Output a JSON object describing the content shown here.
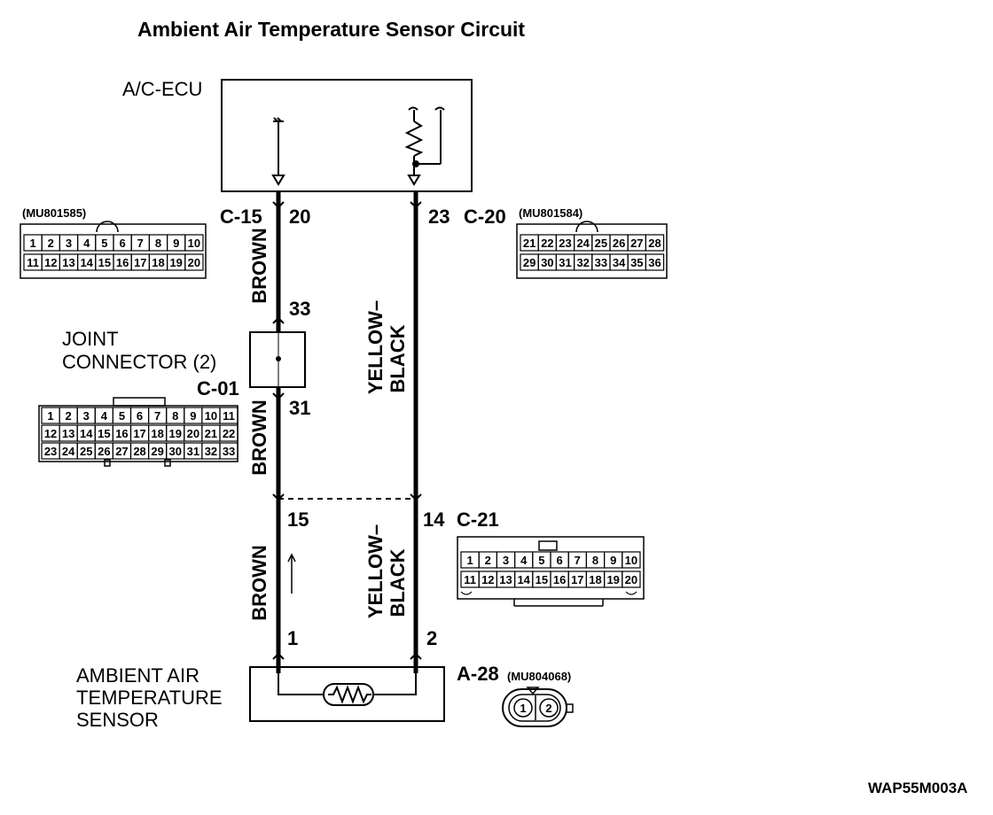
{
  "title": "Ambient Air Temperature Sensor Circuit",
  "ecu_label": "A/C-ECU",
  "connectors": {
    "c15": {
      "name": "C-15",
      "part": "(MU801585)",
      "pin": "20",
      "rows": [
        [
          "1",
          "2",
          "3",
          "4",
          "5",
          "6",
          "7",
          "8",
          "9",
          "10"
        ],
        [
          "11",
          "12",
          "13",
          "14",
          "15",
          "16",
          "17",
          "18",
          "19",
          "20"
        ]
      ]
    },
    "c20": {
      "name": "C-20",
      "part": "(MU801584)",
      "pin": "23",
      "rows": [
        [
          "21",
          "22",
          "23",
          "24",
          "25",
          "26",
          "27",
          "28"
        ],
        [
          "29",
          "30",
          "31",
          "32",
          "33",
          "34",
          "35",
          "36"
        ]
      ]
    },
    "c01": {
      "name": "C-01",
      "label_line1": "JOINT",
      "label_line2": "CONNECTOR (2)",
      "pin_top": "33",
      "pin_bottom": "31",
      "rows": [
        [
          "1",
          "2",
          "3",
          "4",
          "5",
          "6",
          "7",
          "8",
          "9",
          "10",
          "11"
        ],
        [
          "12",
          "13",
          "14",
          "15",
          "16",
          "17",
          "18",
          "19",
          "20",
          "21",
          "22"
        ],
        [
          "23",
          "24",
          "25",
          "26",
          "27",
          "28",
          "29",
          "30",
          "31",
          "32",
          "33"
        ]
      ]
    },
    "c21": {
      "name": "C-21",
      "pin_left": "15",
      "pin_right": "14",
      "rows": [
        [
          "1",
          "2",
          "3",
          "4",
          "5",
          "6",
          "7",
          "8",
          "9",
          "10"
        ],
        [
          "11",
          "12",
          "13",
          "14",
          "15",
          "16",
          "17",
          "18",
          "19",
          "20"
        ]
      ]
    },
    "a28": {
      "name": "A-28",
      "part": "(MU804068)",
      "pin_left": "1",
      "pin_right": "2",
      "cells": [
        "1",
        "2"
      ]
    }
  },
  "wires": {
    "brown_top": "BROWN",
    "brown_mid": "BROWN",
    "brown_bottom": "BROWN",
    "yb_top_line1": "YELLOW–",
    "yb_top_line2": "BLACK",
    "yb_bottom_line1": "YELLOW–",
    "yb_bottom_line2": "BLACK"
  },
  "sensor": {
    "line1": "AMBIENT AIR",
    "line2": "TEMPERATURE",
    "line3": "SENSOR"
  },
  "figure_code": "WAP55M003A"
}
